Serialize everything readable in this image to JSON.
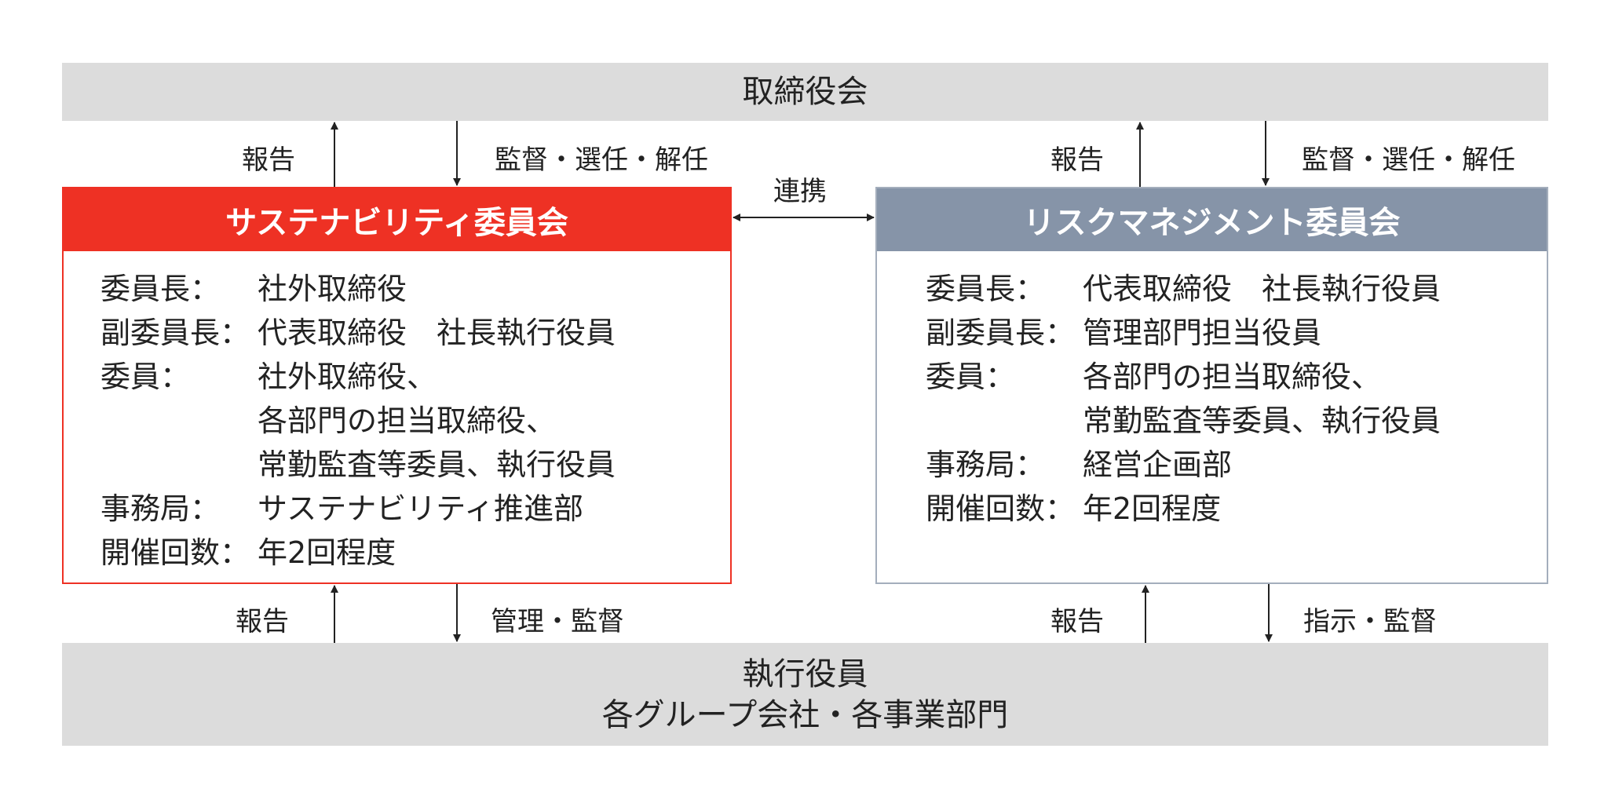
{
  "board": {
    "title": "取締役会"
  },
  "executives": {
    "line1": "執行役員",
    "line2": "各グループ会社・各事業部門"
  },
  "coordination_label": "連携",
  "sustainability": {
    "title": "サステナビリティ委員会",
    "color": "#ee3124",
    "rows": [
      {
        "key": "委員長：",
        "value": "社外取締役"
      },
      {
        "key": "副委員長：",
        "value": "代表取締役　社長執行役員"
      },
      {
        "key": "委員：",
        "value": "社外取締役、"
      },
      {
        "key": "",
        "value": "各部門の担当取締役、"
      },
      {
        "key": "",
        "value": "常勤監査等委員、執行役員"
      },
      {
        "key": "事務局：",
        "value": "サステナビリティ推進部"
      },
      {
        "key": "開催回数：",
        "value": "年2回程度"
      }
    ],
    "up_label": "報告",
    "down_label": "監督・選任・解任",
    "bottom_up_label": "報告",
    "bottom_down_label": "管理・監督"
  },
  "risk": {
    "title": "リスクマネジメント委員会",
    "color": "#8694a8",
    "rows": [
      {
        "key": "委員長：",
        "value": "代表取締役　社長執行役員"
      },
      {
        "key": "副委員長：",
        "value": "管理部門担当役員"
      },
      {
        "key": "委員：",
        "value": "各部門の担当取締役、"
      },
      {
        "key": "",
        "value": "常勤監査等委員、執行役員"
      },
      {
        "key": "事務局：",
        "value": "経営企画部"
      },
      {
        "key": "開催回数：",
        "value": "年2回程度"
      }
    ],
    "up_label": "報告",
    "down_label": "監督・選任・解任",
    "bottom_up_label": "報告",
    "bottom_down_label": "指示・監督"
  }
}
